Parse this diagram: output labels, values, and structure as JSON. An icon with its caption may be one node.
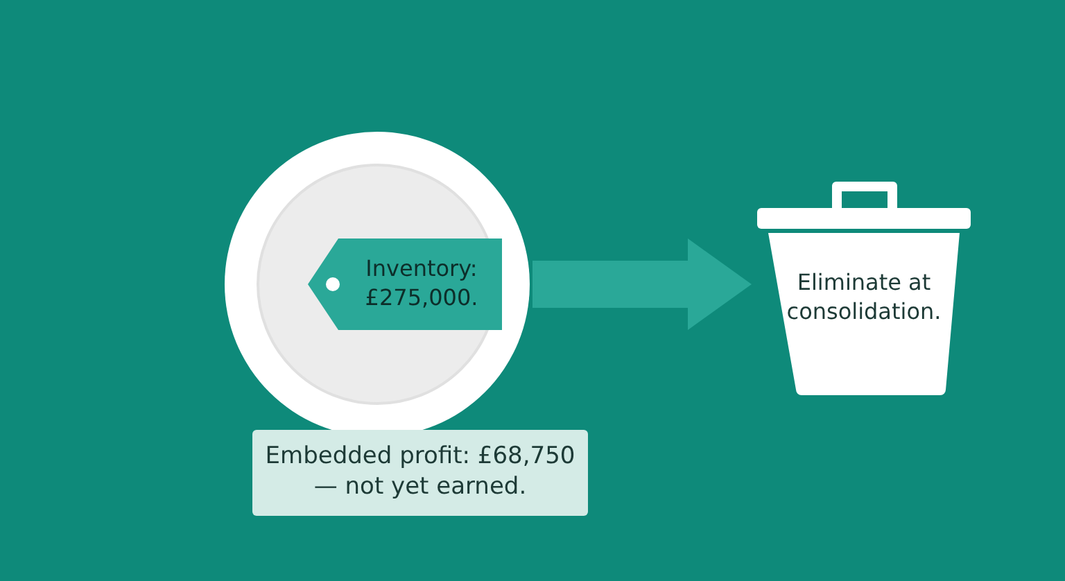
{
  "diagram": {
    "nodes": [
      {
        "text": [],
        "shape": "circle"
      },
      {
        "text": [
          "Inventory: £275,000."
        ],
        "in": 0
      },
      {
        "text": [
          "Embedded profit: £68,750 — not yet earned."
        ]
      },
      {
        "text": [
          "Eliminate at consolidation."
        ]
      }
    ],
    "edges": [
      {
        "from": 0,
        "to": 3,
        "arrow": "to"
      }
    ]
  }
}
